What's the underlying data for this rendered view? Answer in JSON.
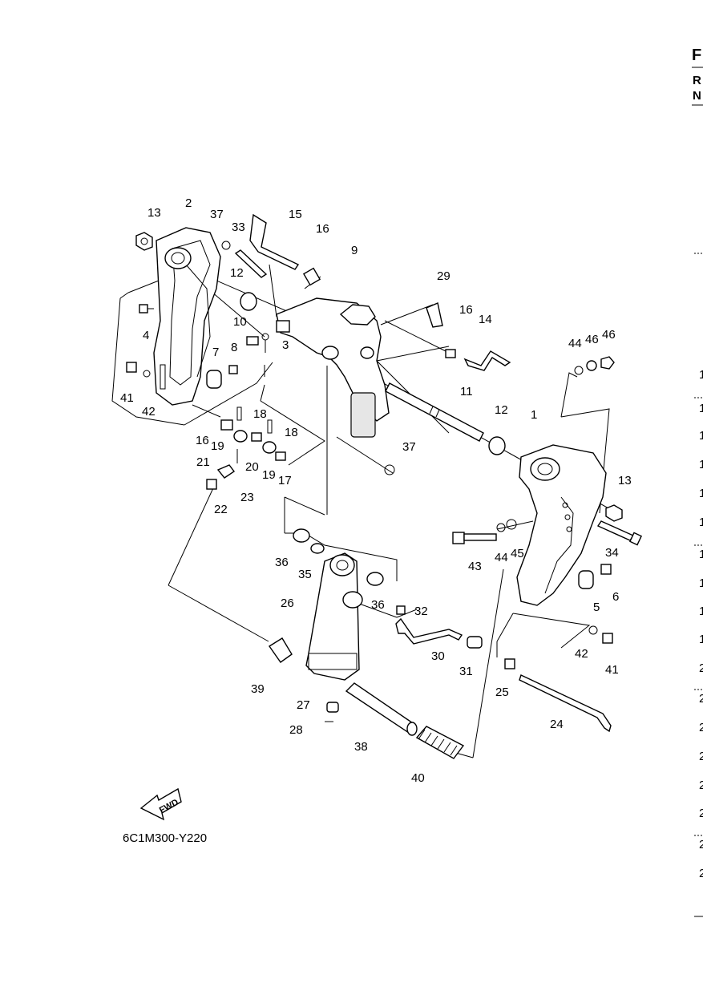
{
  "diagram": {
    "code": "6C1M300-Y220",
    "fwd_label": "FWD",
    "callouts": [
      "13",
      "2",
      "37",
      "33",
      "15",
      "16",
      "9",
      "29",
      "16",
      "14",
      "44",
      "46",
      "46",
      "12",
      "4",
      "10",
      "8",
      "3",
      "7",
      "41",
      "42",
      "11",
      "12",
      "1",
      "16",
      "18",
      "19",
      "18",
      "21",
      "20",
      "19",
      "17",
      "37",
      "13",
      "22",
      "23",
      "43",
      "44",
      "45",
      "34",
      "36",
      "35",
      "5",
      "6",
      "26",
      "36",
      "32",
      "42",
      "41",
      "39",
      "30",
      "31",
      "25",
      "27",
      "28",
      "38",
      "24",
      "40"
    ]
  },
  "right_edge": {
    "letters": [
      "F",
      "R",
      "N"
    ],
    "numbers": [
      "1",
      "1",
      "1",
      "1",
      "1",
      "1",
      "1",
      "1",
      "1",
      "1",
      "2",
      "2",
      "2",
      "2",
      "2",
      "2",
      "2",
      "2"
    ]
  }
}
